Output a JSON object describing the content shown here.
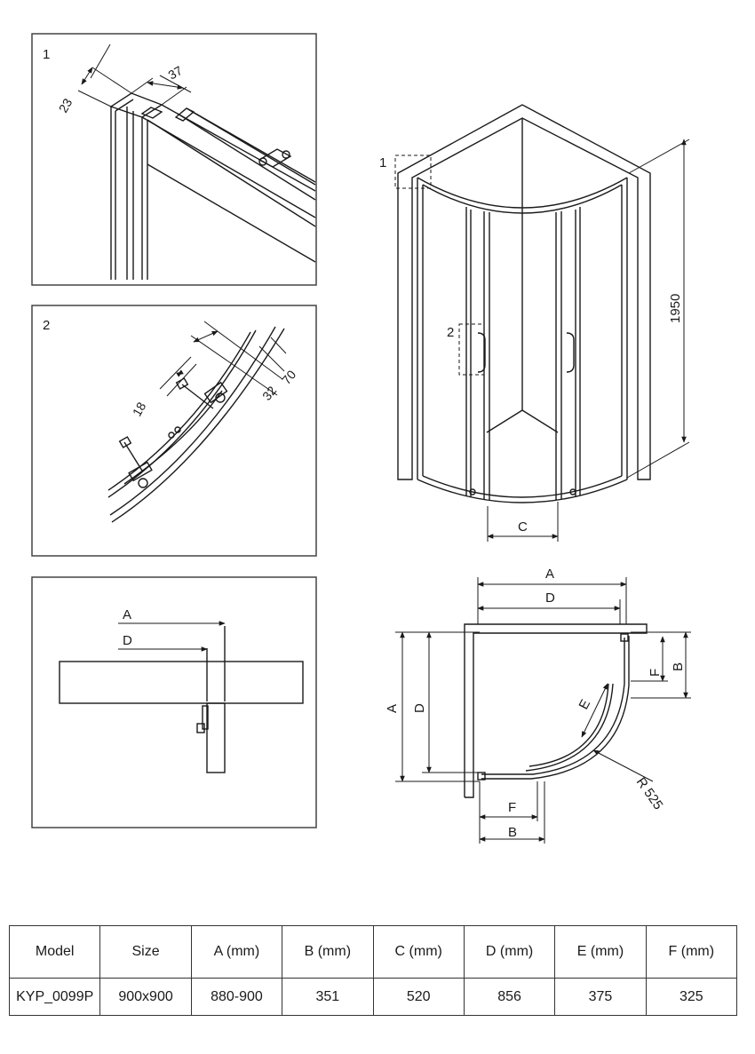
{
  "detail1": {
    "label": "1",
    "dim_width": "37",
    "dim_depth": "23"
  },
  "detail2": {
    "label": "2",
    "dim_a": "70",
    "dim_b": "32",
    "dim_c": "18"
  },
  "section": {
    "label_a": "A",
    "label_d": "D"
  },
  "elevation": {
    "callout_1": "1",
    "callout_2": "2",
    "height": "1950",
    "label_c": "C"
  },
  "plan": {
    "label_a": "A",
    "label_d": "D",
    "label_b": "B",
    "label_f": "F",
    "label_e": "E",
    "radius": "R 525"
  },
  "table": {
    "headers": [
      "Model",
      "Size",
      "A (mm)",
      "B (mm)",
      "C (mm)",
      "D (mm)",
      "E (mm)",
      "F (mm)"
    ],
    "rows": [
      [
        "KYP_0099P",
        "900x900",
        "880-900",
        "351",
        "520",
        "856",
        "375",
        "325"
      ]
    ]
  },
  "colors": {
    "line": "#1a1a1a",
    "panel_border": "#444444"
  }
}
